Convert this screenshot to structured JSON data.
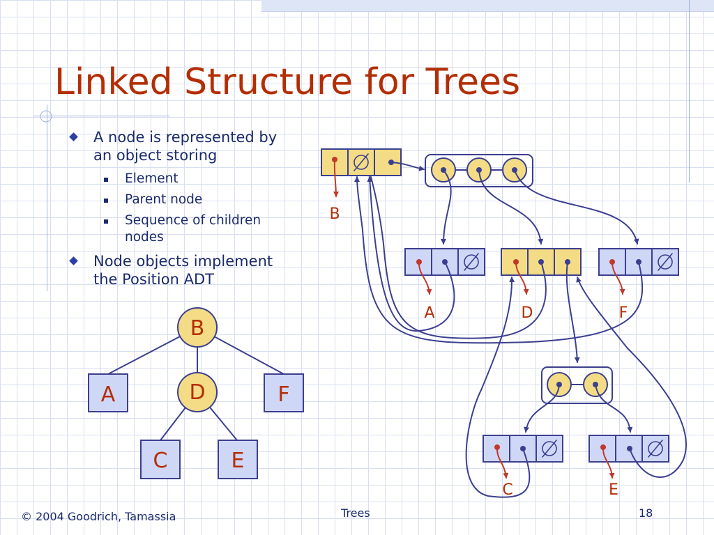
{
  "slide": {
    "title": "Linked Structure for Trees",
    "bullets": [
      {
        "text_line1": "A node is represented by",
        "text_line2": "an object storing"
      },
      {
        "text_line1": "Node objects implement",
        "text_line2": "the Position ADT"
      }
    ],
    "sub_bullets": [
      "Element",
      "Parent node",
      "Sequence of children",
      "nodes"
    ]
  },
  "tree": {
    "nodes": {
      "B": "B",
      "A": "A",
      "D": "D",
      "F": "F",
      "C": "C",
      "E": "E"
    }
  },
  "linked": {
    "labels": {
      "B": "B",
      "A": "A",
      "D": "D",
      "F": "F",
      "C": "C",
      "E": "E"
    },
    "null_symbol": "∅"
  },
  "footer": {
    "left": "© 2004 Goodrich, Tamassia",
    "center": "Trees",
    "page": "18"
  },
  "colors": {
    "title": "#b32e05",
    "text": "#1a2a6c",
    "node_fill_yellow": "#f3dc85",
    "node_fill_blue": "#cfd7f7",
    "stroke": "#3b3f8f",
    "element_arrow": "#c0392b"
  }
}
